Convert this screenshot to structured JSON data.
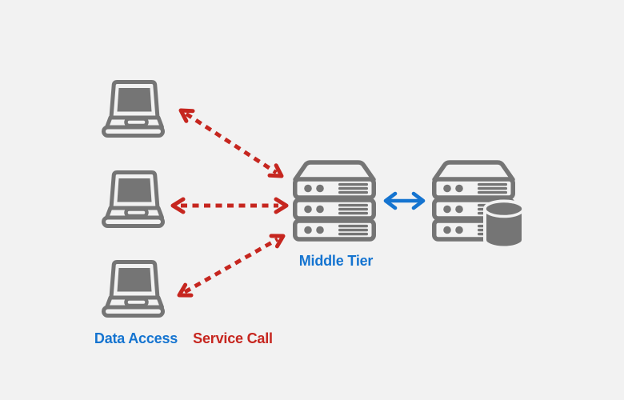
{
  "diagram": {
    "title": "Middle tier architecture diagram",
    "labels": {
      "middle_tier": "Middle Tier",
      "data_access": "Data Access",
      "service_call": "Service Call"
    },
    "nodes": {
      "clients": [
        {
          "name": "client-laptop-1",
          "icon": "laptop-icon"
        },
        {
          "name": "client-laptop-2",
          "icon": "laptop-icon"
        },
        {
          "name": "client-laptop-3",
          "icon": "laptop-icon"
        }
      ],
      "middle_tier_server": {
        "icon": "server-stack-icon",
        "label": "Middle Tier"
      },
      "database_server": {
        "icon": "server-stack-database-icon"
      }
    },
    "connections": [
      {
        "from": "client-laptop-1",
        "to": "middle_tier_server",
        "style": "red-dashed-double-arrow",
        "meaning": "Service Call"
      },
      {
        "from": "client-laptop-2",
        "to": "middle_tier_server",
        "style": "red-dashed-double-arrow",
        "meaning": "Service Call"
      },
      {
        "from": "client-laptop-3",
        "to": "middle_tier_server",
        "style": "red-dashed-double-arrow",
        "meaning": "Service Call"
      },
      {
        "from": "middle_tier_server",
        "to": "database_server",
        "style": "blue-solid-double-arrow",
        "meaning": "Data Access"
      }
    ]
  },
  "colors": {
    "background": "#f2f2f2",
    "icon_gray": "#757575",
    "blue": "#1574d0",
    "red": "#c6261f"
  }
}
